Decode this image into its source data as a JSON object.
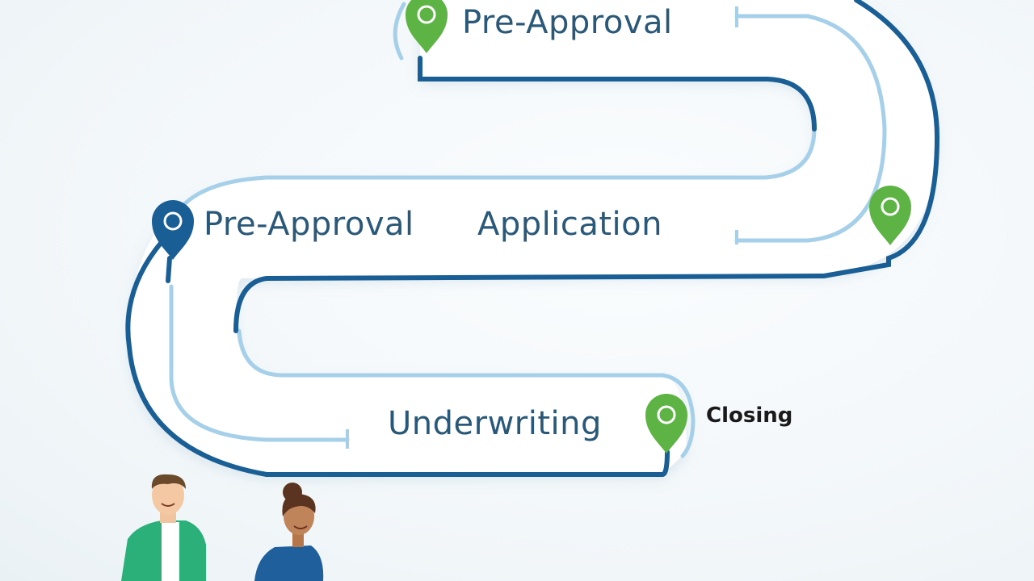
{
  "roadmap": {
    "stages": [
      {
        "id": "top",
        "label": "Pre-Approval",
        "marker": "map-pin-icon",
        "color": "#5db444"
      },
      {
        "id": "middle-left",
        "label": "Pre-Approval",
        "marker": "map-pin-icon",
        "color": "#1a5e96"
      },
      {
        "id": "middle-right",
        "label": "Application",
        "marker": "map-pin-icon",
        "color": "#5db444"
      },
      {
        "id": "bottom",
        "label": "Underwriting",
        "marker": "map-pin-icon",
        "color": "#5db444"
      }
    ],
    "closing_label": "Closing"
  },
  "colors": {
    "road_edge_dark": "#1a5e96",
    "road_edge_light": "#a6d0ea",
    "road_fill": "#ffffff",
    "label_text": "#2a5878",
    "pin_green": "#5db444",
    "pin_blue": "#1a5e96",
    "background": "#f1f6f9"
  },
  "people": [
    {
      "id": "man",
      "outfit": "green-jacket"
    },
    {
      "id": "woman",
      "outfit": "blue-top"
    }
  ]
}
